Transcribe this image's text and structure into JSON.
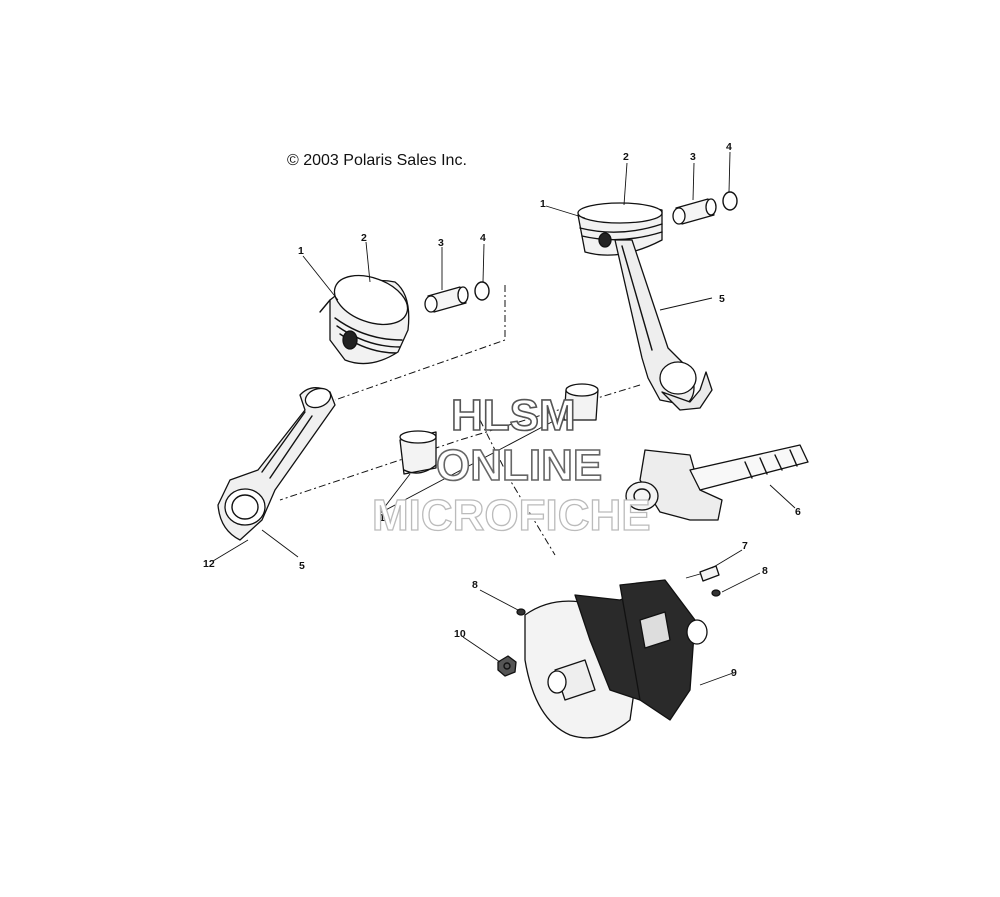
{
  "copyright": "© 2003 Polaris Sales Inc.",
  "watermark": {
    "line1": "HLSM",
    "line2": "ONLINE",
    "line3": "MICROFICHE"
  },
  "callouts": {
    "left_piston_1": "1",
    "left_ring_2": "2",
    "left_pin_3": "3",
    "left_clip_4": "4",
    "right_piston_1": "1",
    "right_ring_2": "2",
    "right_pin_3": "3",
    "right_clip_4": "4",
    "right_rod_5": "5",
    "left_rod_5": "5",
    "balance_shaft_6": "6",
    "dowel_7": "7",
    "screw_8_right": "8",
    "screw_8_left": "8",
    "crankshaft_9": "9",
    "nut_10": "10",
    "bearing_11": "11",
    "bolt_12": "12"
  }
}
